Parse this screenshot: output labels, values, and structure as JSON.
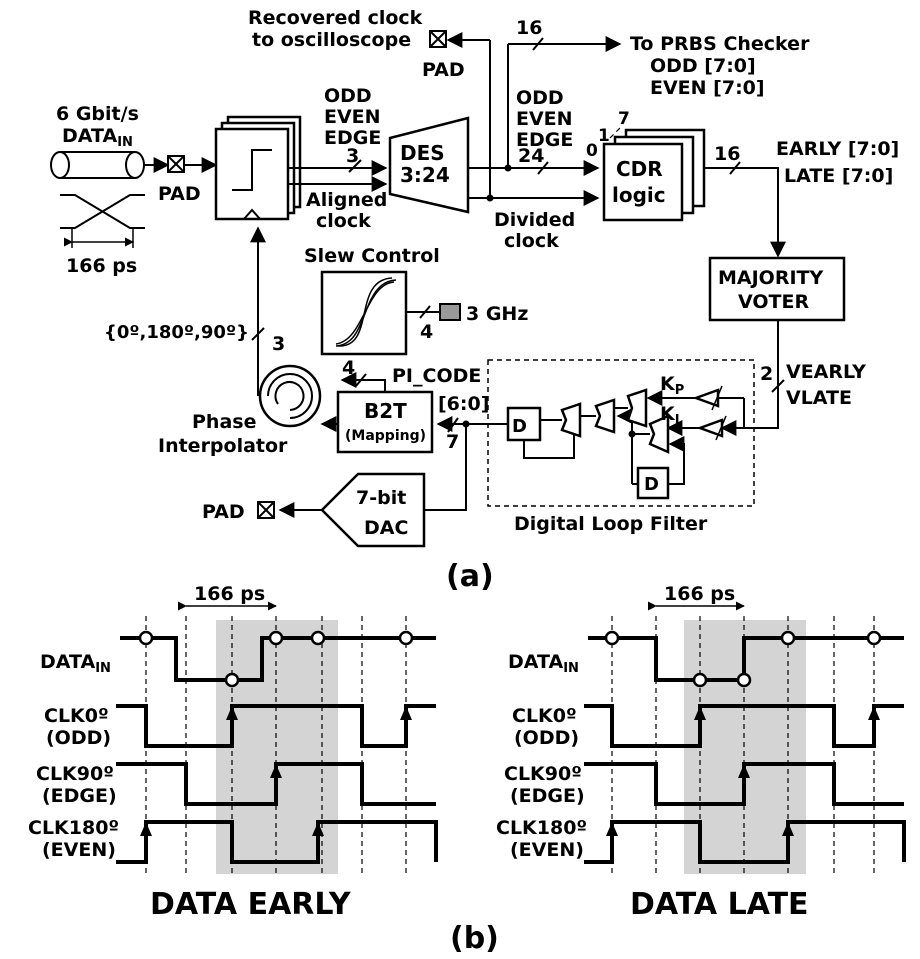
{
  "top": {
    "data_rate": "6 Gbit/s",
    "data_in_main": "DATA",
    "data_in_sub": "IN",
    "ui": "166 ps",
    "pad": "PAD",
    "recovered_clock_1": "Recovered clock",
    "recovered_clock_2": "to oscilloscope",
    "bus16": "16",
    "to_prbs": "To PRBS Checker",
    "odd_bus": "ODD [7:0]",
    "even_bus": "EVEN [7:0]",
    "sig_odd": "ODD",
    "sig_even": "EVEN",
    "sig_edge": "EDGE",
    "bus3": "3",
    "bus24": "24",
    "aligned_clock_1": "Aligned",
    "aligned_clock_2": "clock",
    "des_1": "DES",
    "des_2": "3:24",
    "divided_clock_1": "Divided",
    "divided_clock_2": "clock",
    "cdr_1": "CDR",
    "cdr_2": "logic",
    "cdr_idx_7": "7",
    "cdr_idx_1": "1",
    "cdr_idx_0": "0",
    "early_bus": "EARLY [7:0]",
    "late_bus": "LATE [7:0]",
    "majority_1": "MAJORITY",
    "majority_2": "VOTER",
    "slew_control": "Slew Control",
    "bus4": "4",
    "ghz": "3 GHz",
    "phase_set": "{0º,180º,90º}",
    "phase_interp_1": "Phase",
    "phase_interp_2": "Interpolator",
    "b2t": "B2T",
    "mapping": "(Mapping)",
    "pi_code_1": "PI_CODE",
    "pi_code_2": "[6:0]",
    "bus7": "7",
    "bus2": "2",
    "vearly": "VEARLY",
    "vlate": "VLATE",
    "kp_main": "K",
    "kp_sub": "P",
    "ki_main": "K",
    "ki_sub": "I",
    "d_label": "D",
    "dac_1": "7-bit",
    "dac_2": "DAC",
    "loop_filter": "Digital Loop Filter",
    "caption_a": "(a)"
  },
  "bottom": {
    "ui": "166 ps",
    "data_in_main": "DATA",
    "data_in_sub": "IN",
    "clk0_1": "CLK0º",
    "clk0_2": "(ODD)",
    "clk90_1": "CLK90º",
    "clk90_2": "(EDGE)",
    "clk180_1": "CLK180º",
    "clk180_2": "(EVEN)",
    "data_early": "DATA EARLY",
    "data_late": "DATA LATE",
    "caption_b": "(b)"
  },
  "colors": {
    "highlight": "#d4d4d4",
    "pad_tap": "#999999"
  }
}
